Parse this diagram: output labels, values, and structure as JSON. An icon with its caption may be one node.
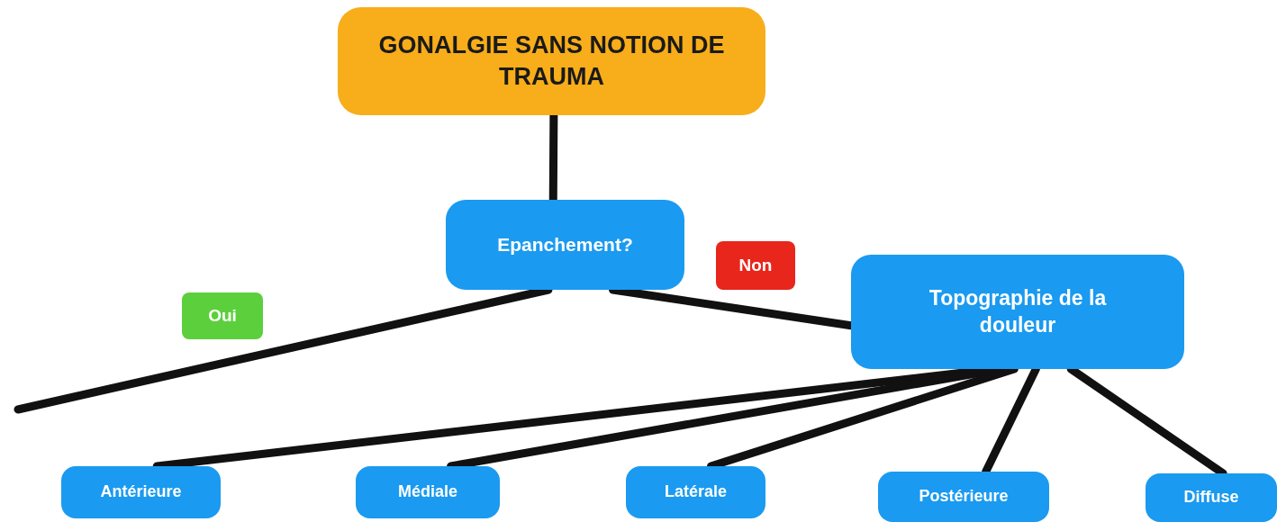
{
  "diagram": {
    "nodes": [
      {
        "text": [
          "GONALGIE SANS NOTION DE TRAUMA"
        ]
      },
      {
        "text": [
          "Epanchement?"
        ]
      },
      {
        "text": [
          "Topographie de la douleur"
        ]
      },
      {
        "text": [
          "Antérieure"
        ]
      },
      {
        "text": [
          "Médiale"
        ]
      },
      {
        "text": [
          "Latérale"
        ]
      },
      {
        "text": [
          "Postérieure"
        ]
      },
      {
        "text": [
          "Diffuse"
        ]
      }
    ],
    "edges": [
      {
        "from": 0,
        "to": 1,
        "arrow": "none"
      },
      {
        "from": 1,
        "to": null,
        "arrow": "none",
        "label": "Oui"
      },
      {
        "from": 1,
        "to": 2,
        "arrow": "none",
        "label": "Non"
      },
      {
        "from": 2,
        "to": 3,
        "arrow": "none"
      },
      {
        "from": 2,
        "to": 4,
        "arrow": "none"
      },
      {
        "from": 2,
        "to": 5,
        "arrow": "none"
      },
      {
        "from": 2,
        "to": 6,
        "arrow": "none"
      },
      {
        "from": 2,
        "to": 7,
        "arrow": "none"
      }
    ]
  }
}
